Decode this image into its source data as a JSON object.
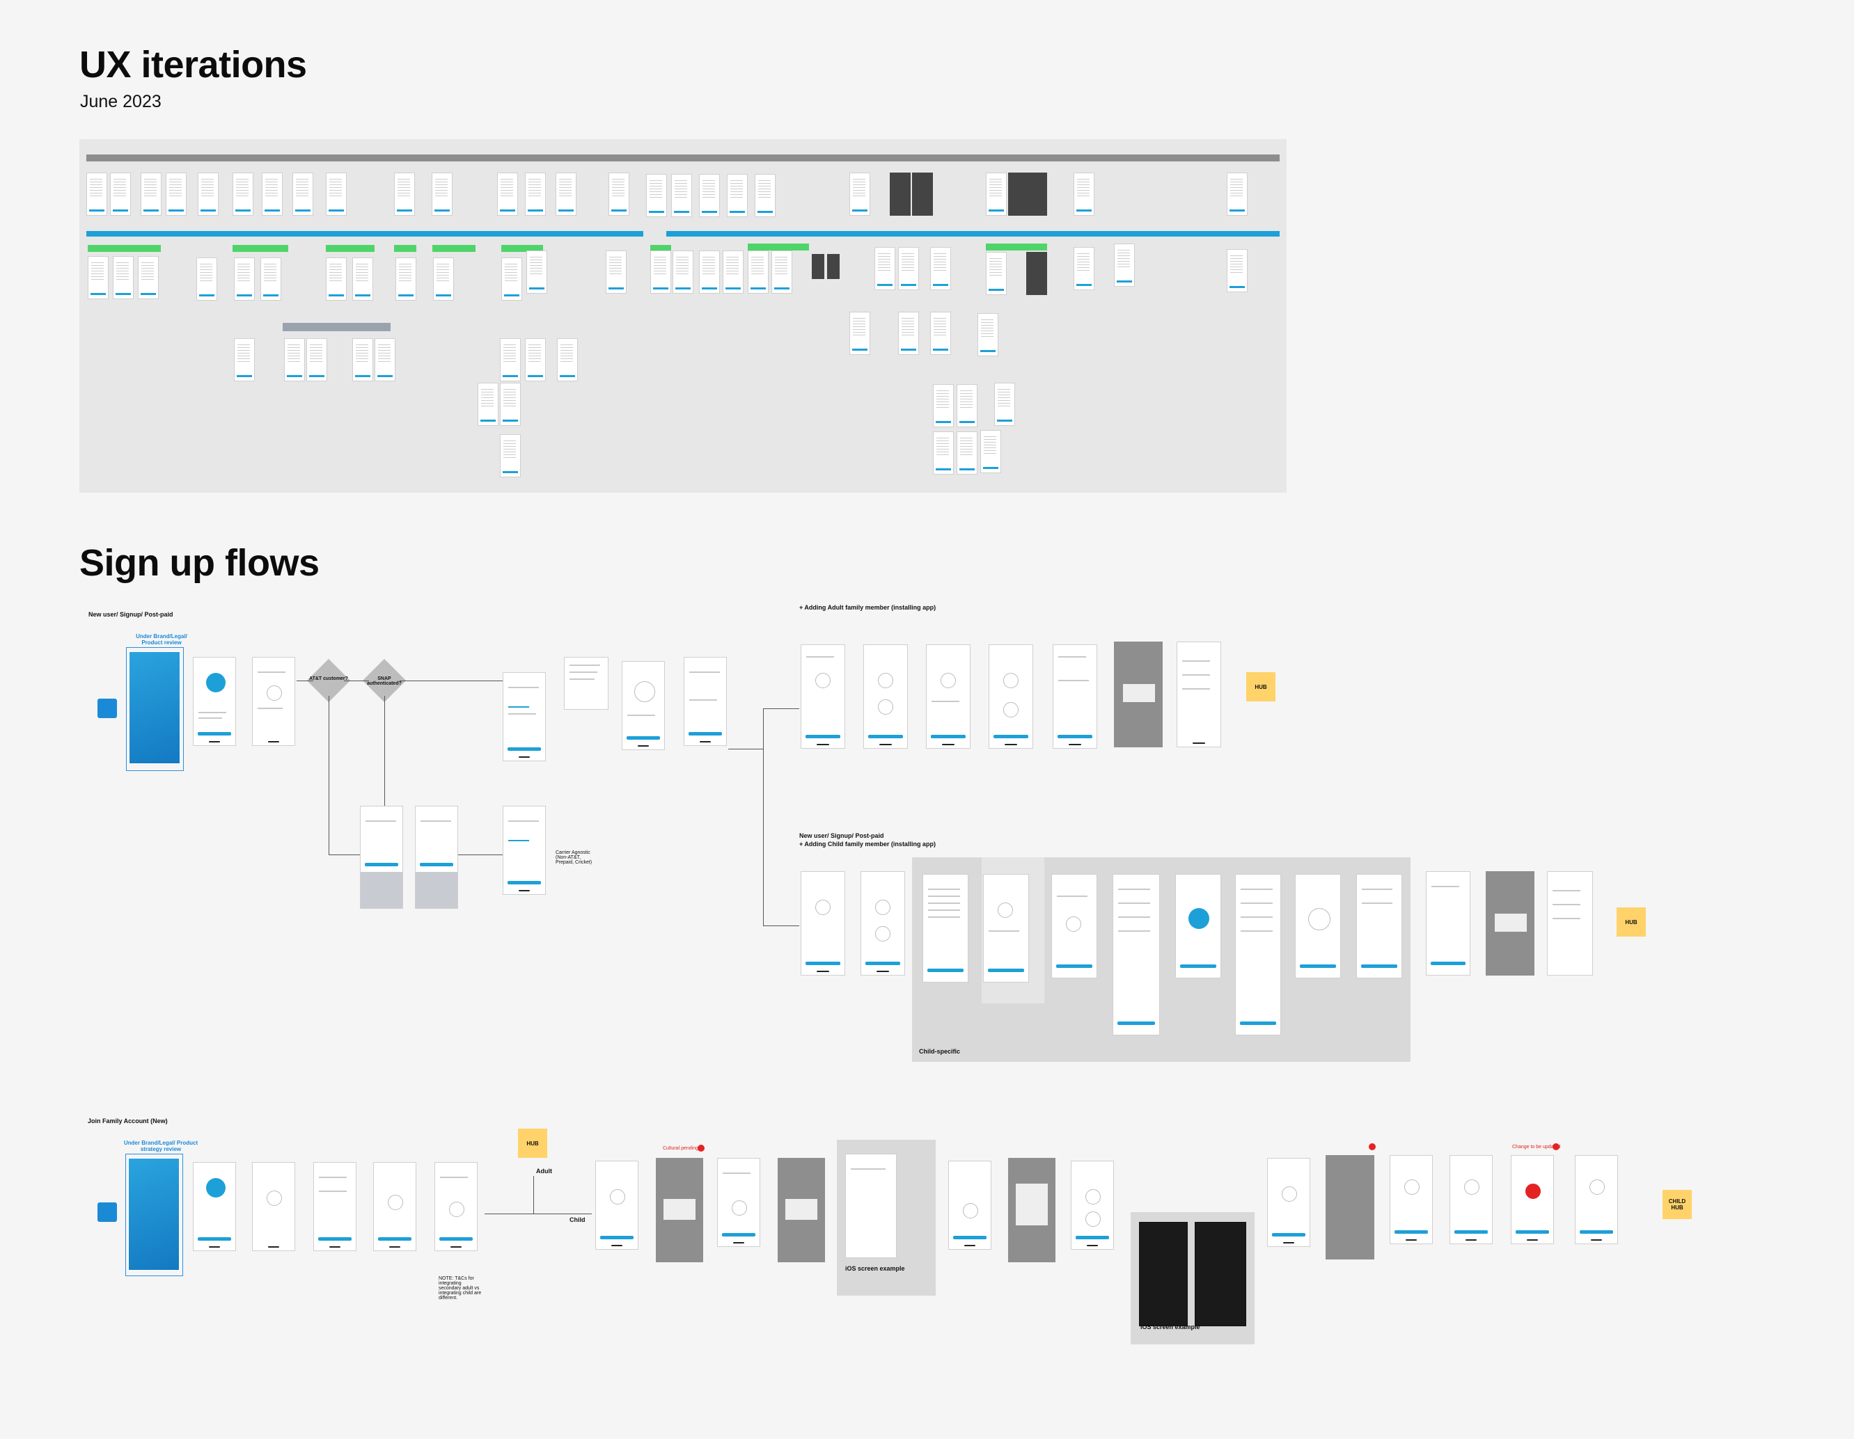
{
  "headings": {
    "ux_title": "UX iterations",
    "ux_date": "June 2023",
    "signup_title": "Sign up flows"
  },
  "flows": {
    "new_user_postpaid": "New user/ Signup/ Post-paid",
    "adding_adult": "+ Adding Adult family member (installing app)",
    "new_user_child_line1": "New user/ Signup/ Post-paid",
    "new_user_child_line2": "+ Adding Child family member (installing app)",
    "join_family": "Join Family Account (New)"
  },
  "notes": {
    "under_brand_1": "Under Brand/Legal/ Product review",
    "under_brand_2": "Under Brand/Legal/ Product strategy review",
    "att_customer": "AT&T customer?",
    "snap_auth": "SNAP authenticated?",
    "carrier_agnostic": "Carrier Agnostic (Non-AT&T, Prepaid, Cricket)",
    "child_specific": "Child-specific",
    "adult": "Adult",
    "child": "Child",
    "ios_example_1": "iOS screen example",
    "ios_example_2": "iOS screen example",
    "tcs_note": "NOTE: T&Cs for integrating secondary adult vs integrating child are different.",
    "cultural_pending": "Cultural pending",
    "change_to_be_updated": "Change to be updated"
  },
  "stickies": {
    "hub_1": "HUB",
    "hub_2": "HUB",
    "hub_3": "HUB",
    "child_hub": "CHILD HUB"
  },
  "colors": {
    "accent_blue": "#1da0d8",
    "sticky_yellow": "#ffd36a",
    "panel_grey": "#e7e7e7",
    "section_green": "#4fd46a",
    "red": "#e52222"
  }
}
